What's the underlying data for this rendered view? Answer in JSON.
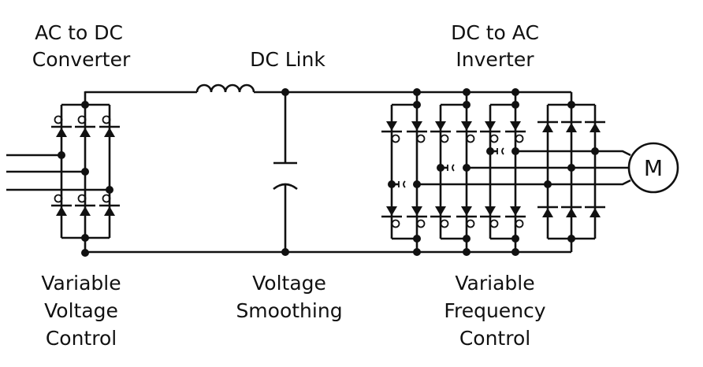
{
  "labels": {
    "converter": [
      "AC to DC",
      "Converter"
    ],
    "dc_link": "DC Link",
    "inverter": [
      "DC to AC",
      "Inverter"
    ],
    "variable_voltage": [
      "Variable",
      "Voltage",
      "Control"
    ],
    "voltage_smoothing": [
      "Voltage",
      "Smoothing"
    ],
    "variable_frequency": [
      "Variable",
      "Frequency",
      "Control"
    ],
    "motor": "M"
  },
  "colors": {
    "ink": "#111111",
    "background": "#ffffff"
  }
}
